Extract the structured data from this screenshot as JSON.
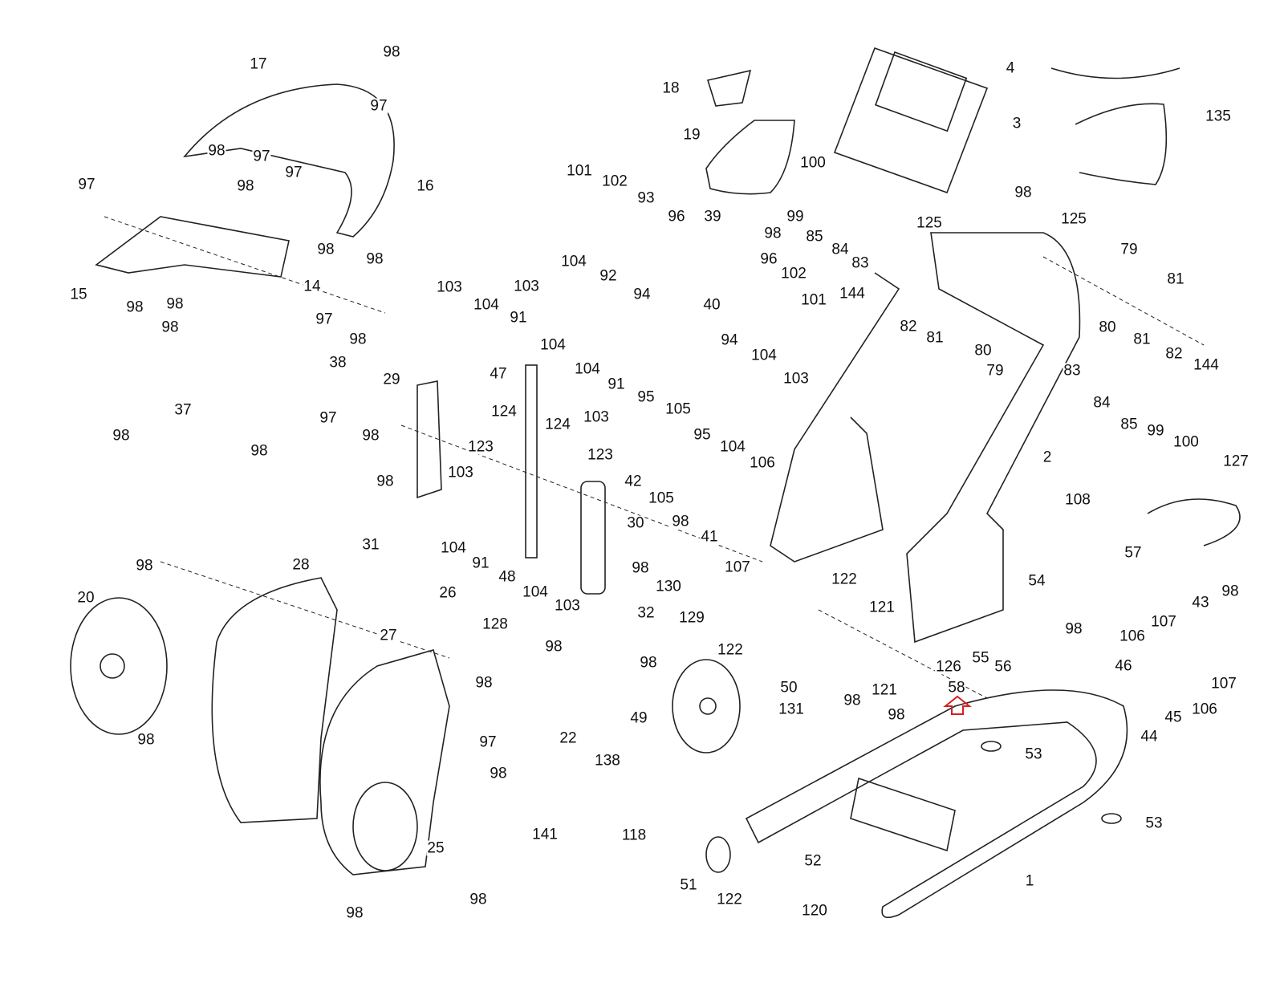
{
  "diagram": {
    "type": "exploded parts diagram",
    "callout_arrow_color": "#d42020",
    "part_labels": [
      "98",
      "17",
      "97",
      "98",
      "97",
      "97",
      "98",
      "16",
      "97",
      "98",
      "98",
      "15",
      "98",
      "98",
      "14",
      "97",
      "98",
      "98",
      "38",
      "37",
      "97",
      "98",
      "98",
      "18",
      "19",
      "4",
      "3",
      "135",
      "100",
      "99",
      "85",
      "84",
      "83",
      "98",
      "98",
      "125",
      "125",
      "101",
      "102",
      "93",
      "96",
      "39",
      "96",
      "102",
      "101",
      "79",
      "81",
      "144",
      "82",
      "81",
      "80",
      "80",
      "81",
      "82",
      "144",
      "79",
      "83",
      "84",
      "85",
      "99",
      "100",
      "104",
      "92",
      "103",
      "104",
      "103",
      "94",
      "40",
      "91",
      "104",
      "104",
      "91",
      "94",
      "104",
      "103",
      "47",
      "95",
      "103",
      "105",
      "95",
      "104",
      "29",
      "124",
      "124",
      "98",
      "123",
      "123",
      "106",
      "2",
      "127",
      "42",
      "105",
      "98",
      "41",
      "108",
      "98",
      "103",
      "31",
      "104",
      "91",
      "30",
      "98",
      "48",
      "104",
      "103",
      "107",
      "57",
      "98",
      "28",
      "20",
      "130",
      "122",
      "54",
      "121",
      "26",
      "32",
      "129",
      "128",
      "27",
      "98",
      "98",
      "43",
      "98",
      "107",
      "106",
      "122",
      "121",
      "126",
      "55",
      "56",
      "46",
      "107",
      "58",
      "98",
      "98",
      "50",
      "131",
      "98",
      "98",
      "45",
      "106",
      "49",
      "22",
      "97",
      "98",
      "44",
      "53",
      "98",
      "138",
      "53",
      "141",
      "118",
      "52",
      "25",
      "51",
      "1",
      "98",
      "98",
      "122",
      "120"
    ]
  }
}
